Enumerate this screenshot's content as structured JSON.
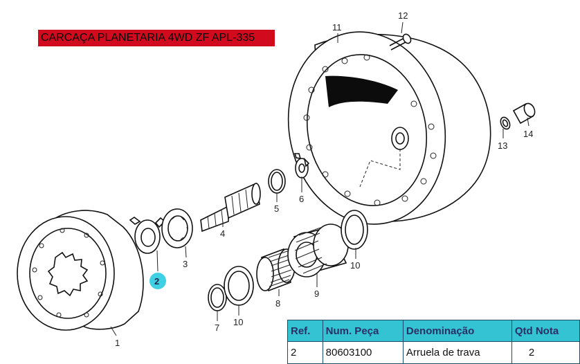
{
  "title": "CARCAÇA  PLANETARIA 4WD ZF APL-335",
  "callouts": [
    {
      "label": "1"
    },
    {
      "label": "2"
    },
    {
      "label": "3"
    },
    {
      "label": "4"
    },
    {
      "label": "5"
    },
    {
      "label": "6"
    },
    {
      "label": "7"
    },
    {
      "label": "8"
    },
    {
      "label": "9"
    },
    {
      "label": "10"
    },
    {
      "label": "10"
    },
    {
      "label": "11"
    },
    {
      "label": "12"
    },
    {
      "label": "13"
    },
    {
      "label": "14"
    }
  ],
  "highlight_color": "#3fd0e3",
  "table": {
    "headers": [
      "Ref.",
      "Num. Peça",
      "Denominação",
      "Qtd",
      "Nota"
    ],
    "rows": [
      {
        "ref": "2",
        "part_number": "80603100",
        "description": "Arruela de trava",
        "qty": "2",
        "note": ""
      }
    ]
  }
}
